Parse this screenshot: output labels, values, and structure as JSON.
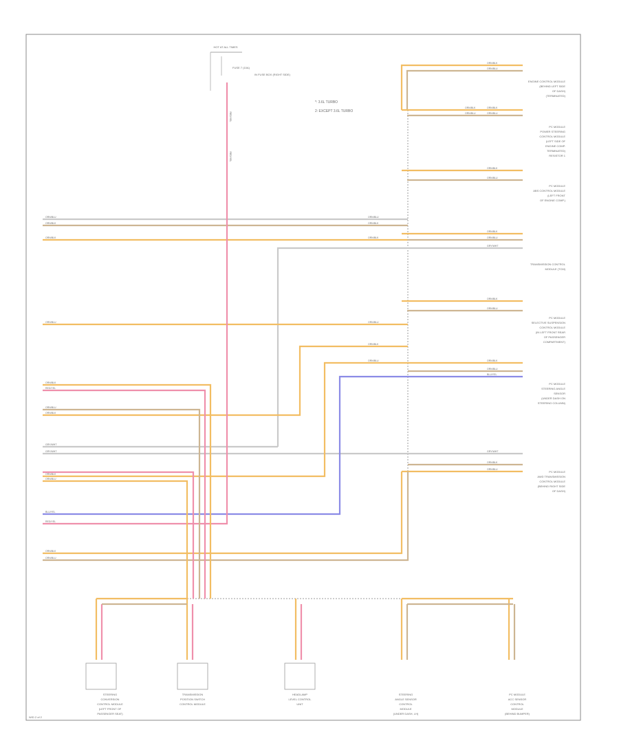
{
  "page": {
    "page_marker": "W/D 2 of 2"
  },
  "notes": {
    "note_1": "*: 3.6L TURBO",
    "note_2": "2: EXCEPT 3.6L TURBO"
  },
  "fuse": {
    "label": "HOT AT ALL TIMES",
    "fuse_text": "FUSE 7 (10A)",
    "location": "IN FUSE BOX (RIGHT SIDE)"
  },
  "colors": {
    "orange": "#f2bd62",
    "tan": "#cdb592",
    "pink": "#ef8fab",
    "gray": "#c9c9c9",
    "blue": "#8a8ae6",
    "frame": "#888888",
    "text": "#6a6a6a"
  },
  "components": [
    {
      "id": "ecm",
      "lines": [
        "ENGINE CONTROL MODULE",
        "(BEHIND LEFT SIDE",
        "OF DASH)",
        "(TERMINATED)"
      ]
    },
    {
      "id": "pcm",
      "lines": [
        "PC MODULE",
        "POWER STEERING",
        "CONTROL MODULE",
        "(LEFT SIDE OF",
        "ENGINE COMP.",
        "TERMINATED)",
        "RESISTOR 1"
      ]
    },
    {
      "id": "abs",
      "lines": [
        "PC MODULE",
        "ABS CONTROL MODULE",
        "(LEFT FRONT",
        "OF ENGINE COMP.)"
      ]
    },
    {
      "id": "tcm",
      "lines": [
        "TRANSMISSION CONTROL",
        "MODULE (TCM)"
      ]
    },
    {
      "id": "susp",
      "lines": [
        "PC MODULE",
        "SELECTIVE SUSPENSION",
        "CONTROL MODULE",
        "(IN LEFT FRONT REAR",
        "OF PASSENGER",
        "COMPARTMENT)"
      ]
    },
    {
      "id": "steer",
      "lines": [
        "PC MODULE",
        "STEERING ANGLE",
        "SENSOR",
        "(UNDER DASH ON",
        "STEERING COLUMN)"
      ]
    },
    {
      "id": "awd",
      "lines": [
        "PC MODULE",
        "AWD TRANSMISSION",
        "CONTROL MODULE",
        "(BEHIND RIGHT SIDE",
        "OF DASH)"
      ]
    },
    {
      "id": "conv",
      "lines": [
        "STEERING",
        "CONVERSION",
        "CONTROL MODULE",
        "(LEFT FRONT OF",
        "PASSENGER SEAT)"
      ]
    },
    {
      "id": "trans",
      "lines": [
        "TRANSMISSION",
        "POSITION SWITCH",
        "CONTROL MODULE"
      ]
    },
    {
      "id": "headlamp",
      "lines": [
        "HEADLAMP",
        "LEVEL CONTROL",
        "UNIT"
      ]
    },
    {
      "id": "airbag",
      "lines": [
        "STEERING",
        "ANGLE SENSOR",
        "CONTROL",
        "MODULE",
        "(UNDER DASH, LH)"
      ]
    },
    {
      "id": "acc",
      "lines": [
        "PC MODULE",
        "ACC SENSOR",
        "CONTROL",
        "MODULE",
        "(BEHIND BUMPER)"
      ]
    }
  ],
  "wire_labels": {
    "ecm": [
      "ORN/BLK",
      "ORN/BLU"
    ],
    "pcm": [
      "ORN/BLK",
      "ORN/BLU",
      "ORN/BLK",
      "ORN/BLU"
    ],
    "abs": [
      "ORN/BLK",
      "ORN/BLU"
    ],
    "tcm": [
      "ORN/BLK",
      "ORN/BLU",
      "GRY/WHT"
    ],
    "susp": [
      "ORN/BLK",
      "ORN/BLU"
    ],
    "steer": [
      "ORN/BLK",
      "ORN/BLU",
      "BLU/YEL"
    ],
    "awd": [
      "GRY/WHT",
      "ORN/BLK",
      "ORN/BLU"
    ],
    "left": [
      "ORN/BLU",
      "ORN/BLK",
      "ORN/BLK",
      "ORN/BLU",
      "ORN/BLK",
      "RED/YEL",
      "ORN/BLU",
      "ORN/BLK",
      "GRY/WHT",
      "GRY/WHT",
      "ORN/BLK",
      "ORN/BLU",
      "BLU/YEL",
      "RED/YEL",
      "ORN/BLK",
      "ORN/BLU"
    ],
    "center": [
      "ORN/BLU",
      "ORN/BLK",
      "ORN/BLK",
      "ORN/BLU",
      "ORN/BLK",
      "ORN/BLU"
    ],
    "fuse_wire": [
      "RED/YEL",
      "RED/YEL"
    ]
  }
}
